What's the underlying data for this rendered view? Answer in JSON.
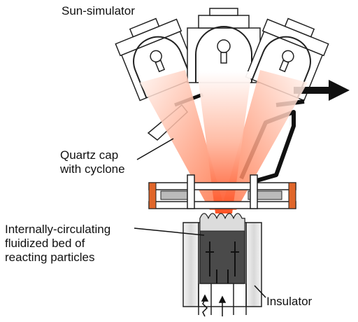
{
  "labels": {
    "sun_simulator": "Sun-simulator",
    "quartz_cap_line1": "Quartz cap",
    "quartz_cap_line2": "with cyclone",
    "bed_line1": "Internally-circulating",
    "bed_line2": "fluidized bed of",
    "bed_line3": "reacting particles",
    "insulator": "Insulator"
  },
  "colors": {
    "beam_outer": "#ffd9c8",
    "beam_inner": "#ff5a2a",
    "flange_accent": "#e0662a",
    "bed_fill": "#4a4a4a",
    "insulator_fill": "#e8e8e8"
  },
  "icons": [
    "lamp-icon",
    "exhaust-arrow-icon",
    "gas-inlet-arrow-icon"
  ]
}
